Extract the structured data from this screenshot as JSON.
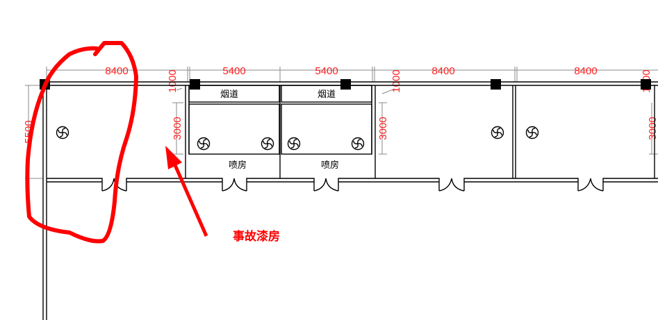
{
  "dimensions": {
    "top": [
      "8400",
      "5400",
      "5400",
      "8400",
      "8400"
    ],
    "left_height": "5500",
    "duct_depth": [
      "1000",
      "1000",
      "1000"
    ],
    "booth_depth": [
      "3000",
      "3000",
      "3000"
    ]
  },
  "rooms": {
    "smoke_duct_labels": [
      "烟道",
      "烟道"
    ],
    "spray_booth_labels": [
      "喷房",
      "喷房"
    ]
  },
  "annotation": {
    "text": "事故漆房",
    "color": "#ff0000"
  },
  "icons": {
    "fan": "exhaust-fan-icon",
    "column": "structural-column"
  }
}
